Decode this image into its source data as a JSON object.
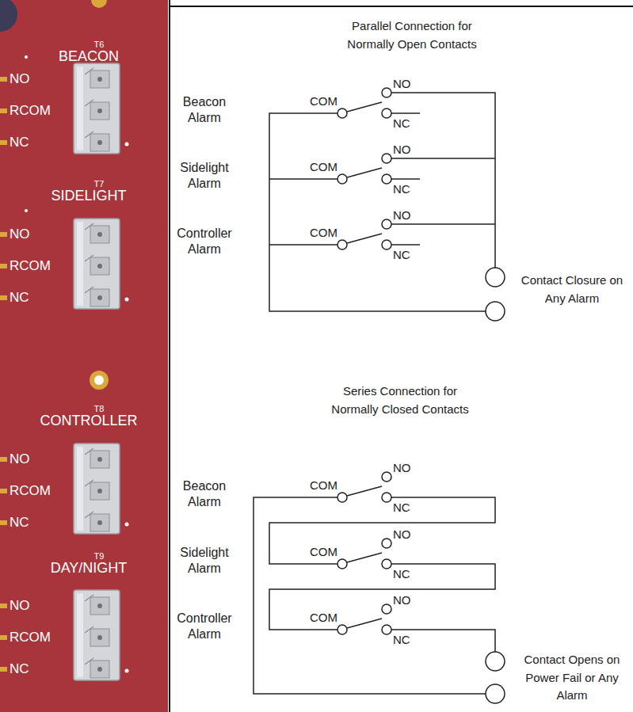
{
  "diagram": {
    "labels": [
      "T6",
      "BEACON",
      "NO",
      "RCOM",
      "NC",
      "T7",
      "SIDELIGHT",
      "NO",
      "RCOM",
      "NC",
      "T8",
      "CONTROLLER",
      "NO",
      "RCOM",
      "NC",
      "T9",
      "DAY/NIGHT",
      "NO",
      "RCOM",
      "NC",
      "Parallel Connection for Normally Open Contacts",
      "Beacon Alarm",
      "COM",
      "NO",
      "NC",
      "Sidelight Alarm",
      "COM",
      "NO",
      "NC",
      "Controller Alarm",
      "COM",
      "NO",
      "NC",
      "Contact Closure on Any Alarm",
      "Series Connection for Normally Closed Contacts",
      "Beacon Alarm",
      "COM",
      "NO",
      "NC",
      "Sidelight Alarm",
      "COM",
      "NO",
      "NC",
      "Controller Alarm",
      "COM",
      "NO",
      "NC",
      "Contact Opens on Power Fail or Any Alarm"
    ]
  }
}
